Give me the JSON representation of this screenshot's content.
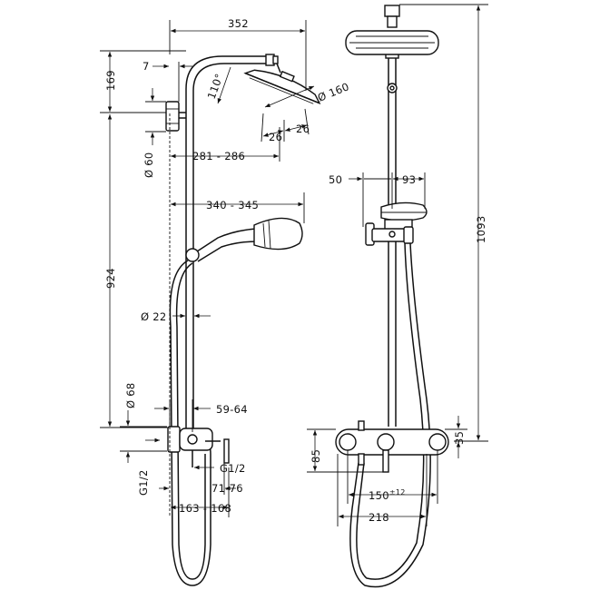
{
  "colors": {
    "line": "#111111",
    "background": "#ffffff"
  },
  "dimensions": {
    "d352": "352",
    "d7": "7",
    "d169": "169",
    "angle110": "110°",
    "dia160": "Ø 160",
    "d26a": "26",
    "d26b": "26",
    "dia60": "Ø 60",
    "d281_286": "281 - 286",
    "d340_345": "340 - 345",
    "d924": "924",
    "dia22": "Ø 22",
    "dia68": "Ø 68",
    "d59_64": "59-64",
    "g12_left": "G1/2",
    "g12_right": "G1/2",
    "d71_76": "71-76",
    "d163_168": "163 - 168",
    "d1093": "1093",
    "d50": "50",
    "d93": "93",
    "d85": "85",
    "d35": "35",
    "d150": "150",
    "d150_tol": "±12",
    "d218": "218"
  }
}
